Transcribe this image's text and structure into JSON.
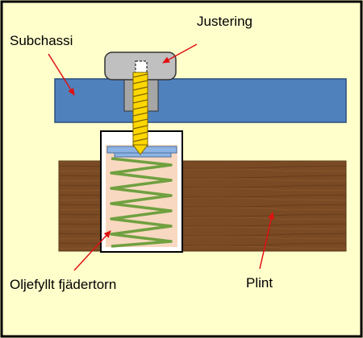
{
  "labels": {
    "justering": "Justering",
    "subchassi": "Subchassi",
    "spring_tower": "Oljefyllt fjädertorn",
    "plint": "Plint"
  },
  "colors": {
    "background": "#ffffcc",
    "frame_border": "#000000",
    "subchassis": "#4f81bd",
    "knob": "#c0c0c0",
    "screw": "#ffd700",
    "oil": "#f8d8c0",
    "spring": "#70a040",
    "plate": "#8db4e2",
    "wood": "#7a4a24",
    "arrow": "#e01010"
  },
  "icons": {
    "arrow": "red-arrow-icon"
  }
}
